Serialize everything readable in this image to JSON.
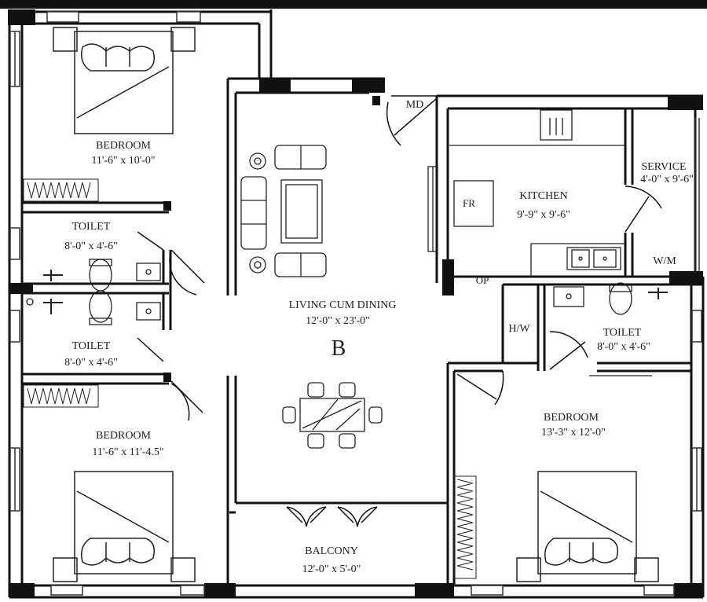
{
  "plan": {
    "block_letter": "B",
    "rooms": {
      "bedroom_top_left": {
        "name": "BEDROOM",
        "size": "11'-6\" x 10'-0\""
      },
      "toilet_upper_left": {
        "name": "TOILET",
        "size": "8'-0\" x 4'-6\""
      },
      "toilet_lower_left": {
        "name": "TOILET",
        "size": "8'-0\" x 4'-6\""
      },
      "bedroom_bottom_left": {
        "name": "BEDROOM",
        "size": "11'-6\" x 11'-4.5\""
      },
      "living_dining": {
        "name": "LIVING CUM DINING",
        "size": "12'-0\" x 23'-0\""
      },
      "kitchen": {
        "name": "KITCHEN",
        "size": "9'-9\" x 9'-6\""
      },
      "service": {
        "name": "SERVICE",
        "size": "4'-0\" x 9'-6\""
      },
      "toilet_right": {
        "name": "TOILET",
        "size": "8'-0\" x 4'-6\""
      },
      "bedroom_right": {
        "name": "BEDROOM",
        "size": "13'-3\" x 12'-0\""
      },
      "balcony": {
        "name": "BALCONY",
        "size": "12'-0\" x 5'-0\""
      }
    },
    "tags": {
      "main_door": "MD",
      "fridge": "FR",
      "washing_machine": "W/M",
      "opening": "OP",
      "hot_water": "H/W"
    }
  }
}
